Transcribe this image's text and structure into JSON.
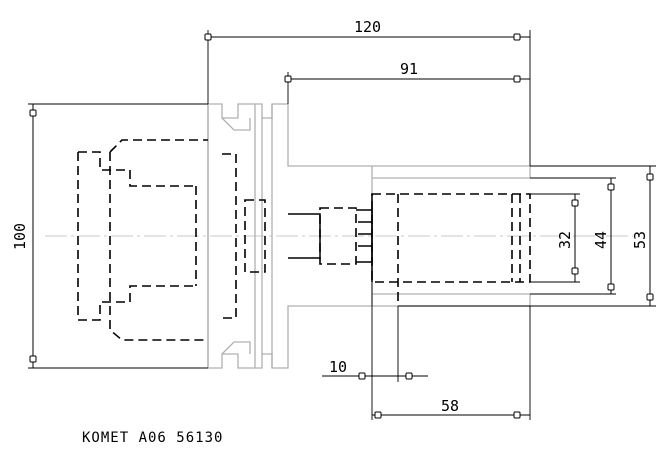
{
  "drawing": {
    "dimensions": {
      "overall_length": "120",
      "gauge_length": "91",
      "flange_diameter": "100",
      "bore_diameter": "32",
      "clamp_diameter": "44",
      "body_diameter": "53",
      "wall_offset": "10",
      "head_length": "58"
    },
    "caption": "KOMET A06 56130"
  }
}
